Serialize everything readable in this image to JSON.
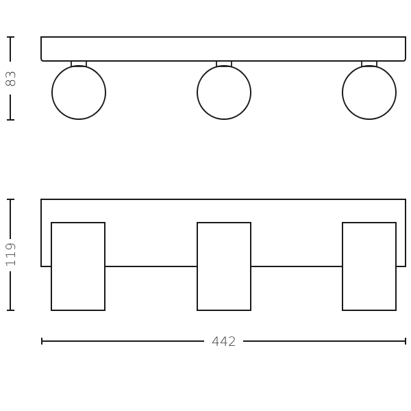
{
  "drawing": {
    "title": "Triple spotlight bar dimension drawing",
    "stroke_color": "#1a1a1a",
    "text_color": "#333333",
    "units": "mm"
  },
  "dimensions": {
    "side_view_height": "83",
    "front_view_height": "119",
    "overall_width": "442"
  },
  "views": {
    "side_view": {
      "spot_count": 3,
      "spot_shape": "sphere"
    },
    "front_view": {
      "spot_count": 3,
      "spot_shape": "cylinder"
    }
  }
}
